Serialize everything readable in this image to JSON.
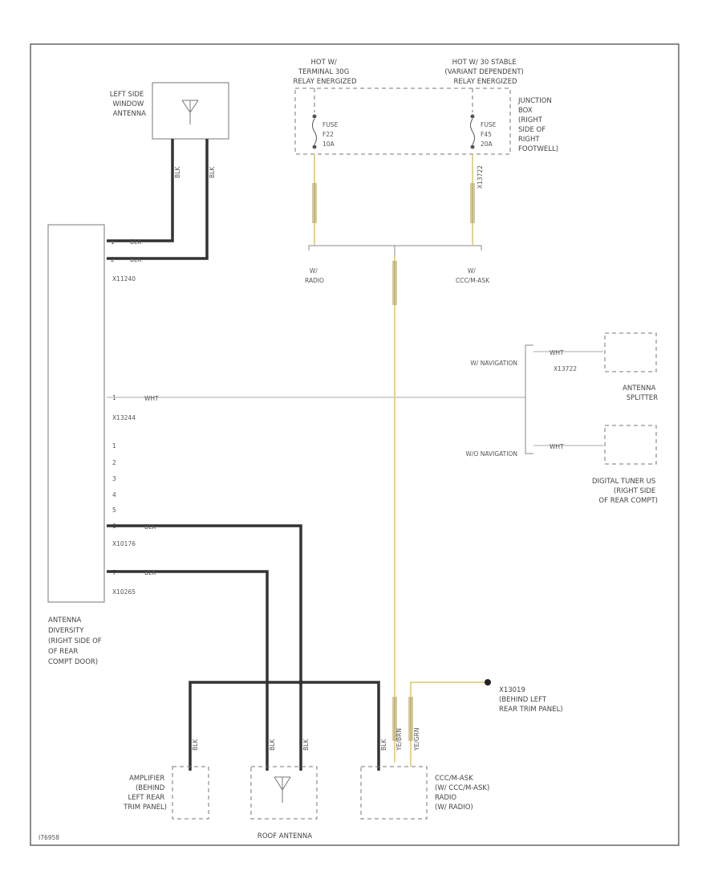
{
  "components": {
    "left_window_antenna": [
      "LEFT SIDE",
      "WINDOW",
      "ANTENNA"
    ],
    "antenna_diversity": [
      "ANTENNA",
      "DIVERSITY",
      "(RIGHT SIDE OF",
      "OF REAR",
      "COMPT DOOR)"
    ],
    "hot_terminal": [
      "HOT W/",
      "TERMINAL 30G",
      "RELAY ENERGIZED"
    ],
    "hot_stable": [
      "HOT W/ 30 STABLE",
      "(VARIANT DEPENDENT)",
      "RELAY ENERGIZED"
    ],
    "junction_box": [
      "JUNCTION",
      "BOX",
      "(RIGHT",
      "SIDE OF",
      "RIGHT",
      "FOOTWELL)"
    ],
    "fuse_a": [
      "FUSE",
      "F22",
      "10A"
    ],
    "fuse_b": [
      "FUSE",
      "F45",
      "20A"
    ],
    "radio_branch": [
      "W/",
      "RADIO"
    ],
    "ccc_branch": [
      "W/",
      "CCC/M-ASK"
    ],
    "nav_with": "W/ NAVIGATION",
    "nav_without": "W/O NAVIGATION",
    "splitter": [
      "ANTENNA",
      "SPLITTER"
    ],
    "digital_tuner": [
      "DIGITAL TUNER US",
      "(RIGHT SIDE",
      "OF REAR COMPT)"
    ],
    "ground": [
      "X13019",
      "(BEHIND LEFT",
      "REAR TRIM PANEL)"
    ],
    "amplifier": [
      "AMPLIFIER",
      "(BEHIND",
      "LEFT REAR",
      "TRIM PANEL)"
    ],
    "roof_antenna": "ROOF ANTENNA",
    "head_unit": [
      "CCC/M-ASK",
      "(W/ CCC/M-ASK)",
      "RADIO",
      "(W/ RADIO)"
    ]
  },
  "wire_labels": {
    "blk": "BLK",
    "wht": "WHT",
    "ye_brn": "YE/BRN",
    "ye_grn": "YE/GRN"
  },
  "connectors": {
    "x1": "X11240",
    "x2": "X13244",
    "x3": "X10176",
    "x4": "X10265",
    "x5": "X13722",
    "x6": "X13722",
    "pins": [
      "1",
      "2",
      "3",
      "4",
      "5",
      "6",
      "7"
    ]
  },
  "footer_code": "I76958"
}
